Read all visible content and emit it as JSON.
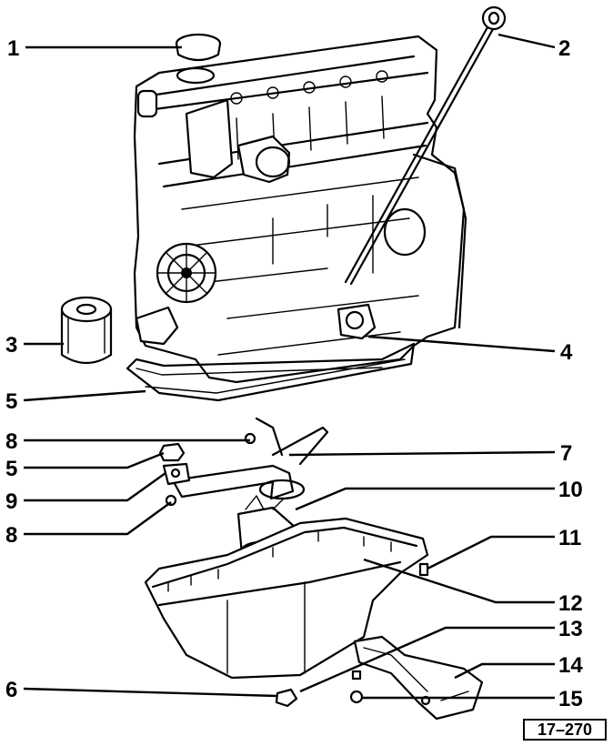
{
  "callouts": [
    {
      "id": "c1",
      "label": "1"
    },
    {
      "id": "c2",
      "label": "2"
    },
    {
      "id": "c3",
      "label": "3"
    },
    {
      "id": "c4",
      "label": "4"
    },
    {
      "id": "c5a",
      "label": "5"
    },
    {
      "id": "c8a",
      "label": "8"
    },
    {
      "id": "c7",
      "label": "7"
    },
    {
      "id": "c5b",
      "label": "5"
    },
    {
      "id": "c9",
      "label": "9"
    },
    {
      "id": "c10",
      "label": "10"
    },
    {
      "id": "c8b",
      "label": "8"
    },
    {
      "id": "c11",
      "label": "11"
    },
    {
      "id": "c12",
      "label": "12"
    },
    {
      "id": "c13",
      "label": "13"
    },
    {
      "id": "c14",
      "label": "14"
    },
    {
      "id": "c6",
      "label": "6"
    },
    {
      "id": "c15",
      "label": "15"
    }
  ],
  "figure_ref": "17–270"
}
